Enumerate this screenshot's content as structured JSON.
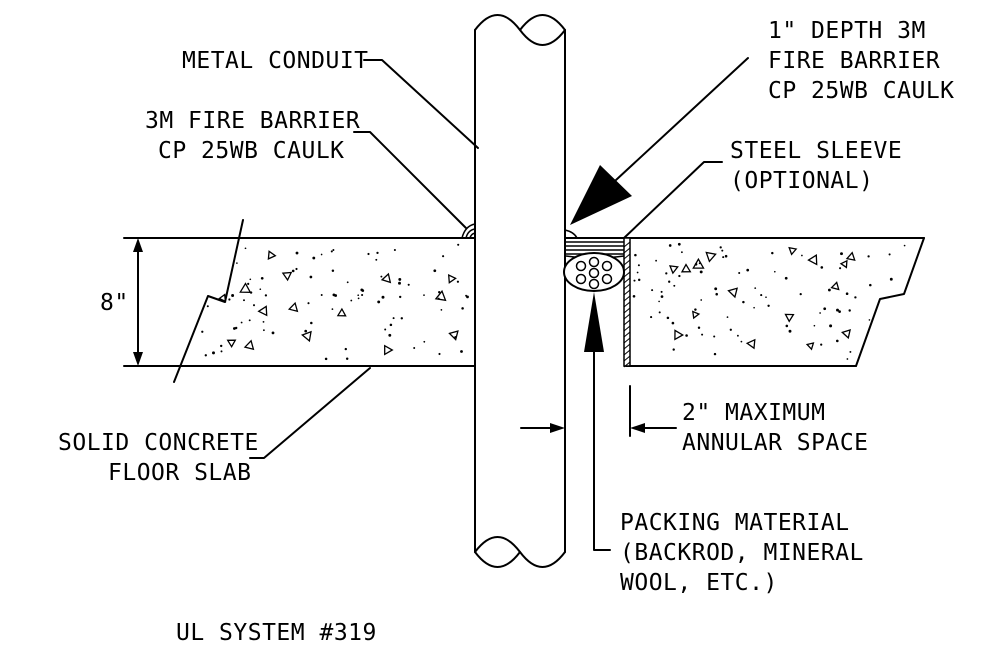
{
  "labels": {
    "metal_conduit": "METAL CONDUIT",
    "caulk_left_1": "3M FIRE BARRIER",
    "caulk_left_2": "CP 25WB CAULK",
    "depth_1": "1\" DEPTH 3M",
    "depth_2": "FIRE BARRIER",
    "depth_3": "CP 25WB CAULK",
    "sleeve_1": "STEEL SLEEVE",
    "sleeve_2": "(OPTIONAL)",
    "thickness": "8\"",
    "annular_1": "2\" MAXIMUM",
    "annular_2": "ANNULAR SPACE",
    "slab_1": "SOLID CONCRETE",
    "slab_2": "FLOOR SLAB",
    "packing_1": "PACKING MATERIAL",
    "packing_2": "(BACKROD, MINERAL",
    "packing_3": "WOOL, ETC.)",
    "system": "UL SYSTEM #319"
  },
  "colors": {
    "ink": "#000000",
    "paper": "#ffffff"
  }
}
